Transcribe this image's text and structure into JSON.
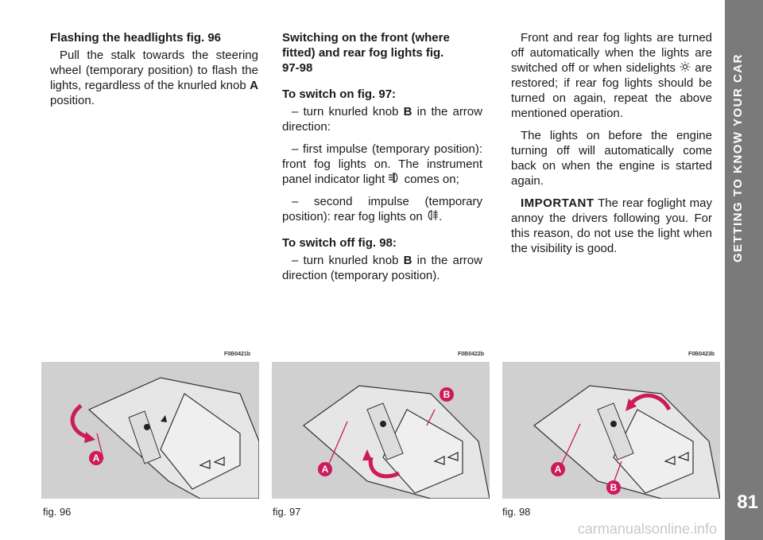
{
  "sidebar": {
    "section_title": "GETTING TO KNOW YOUR CAR",
    "page_number": "81"
  },
  "col1": {
    "heading": "Flashing the headlights fig. 96",
    "para": "Pull the stalk towards the steering wheel (temporary position) to flash the lights, regardless of the knurled knob ",
    "knob_letter": "A",
    "para_end": " position."
  },
  "col2": {
    "heading": "Switching on the front (where fitted) and rear fog lights fig. 97-98",
    "sub_on": "To switch on fig. 97:",
    "on_1a": "– turn knurled knob ",
    "on_1b": "B",
    "on_1c": " in the arrow direction:",
    "on_2": "– first impulse (temporary position): front fog lights on. The instrument panel indicator light ",
    "on_2_end": " comes on;",
    "on_3": "– second impulse (temporary position): rear fog lights on ",
    "on_3_end": ".",
    "sub_off": "To switch off fig. 98:",
    "off_1a": "– turn knurled knob ",
    "off_1b": "B",
    "off_1c": " in the arrow direction (temporary position)."
  },
  "col3": {
    "p1": "Front and rear fog lights are turned off automatically when the lights are switched off or when sidelights ",
    "p1_end": " are restored; if rear fog lights should be turned on again, repeat the above mentioned operation.",
    "p2": "The lights on before the engine turning off will automatically come back on when the engine is started again.",
    "important": "IMPORTANT",
    "p3": " The rear foglight may annoy the drivers following you. For this reason, do not use the light when the visibility is good."
  },
  "figures": [
    {
      "code": "F0B0421b",
      "caption": "fig. 96",
      "labels": [
        "A"
      ]
    },
    {
      "code": "F0B0422b",
      "caption": "fig. 97",
      "labels": [
        "A",
        "B"
      ]
    },
    {
      "code": "F0B0423b",
      "caption": "fig. 98",
      "labels": [
        "A",
        "B"
      ]
    }
  ],
  "watermark": "carmanualsonline.info",
  "colors": {
    "accent": "#cc1a5a",
    "sidebar": "#7a7a7a",
    "figure_bg": "#d0d0d0"
  }
}
